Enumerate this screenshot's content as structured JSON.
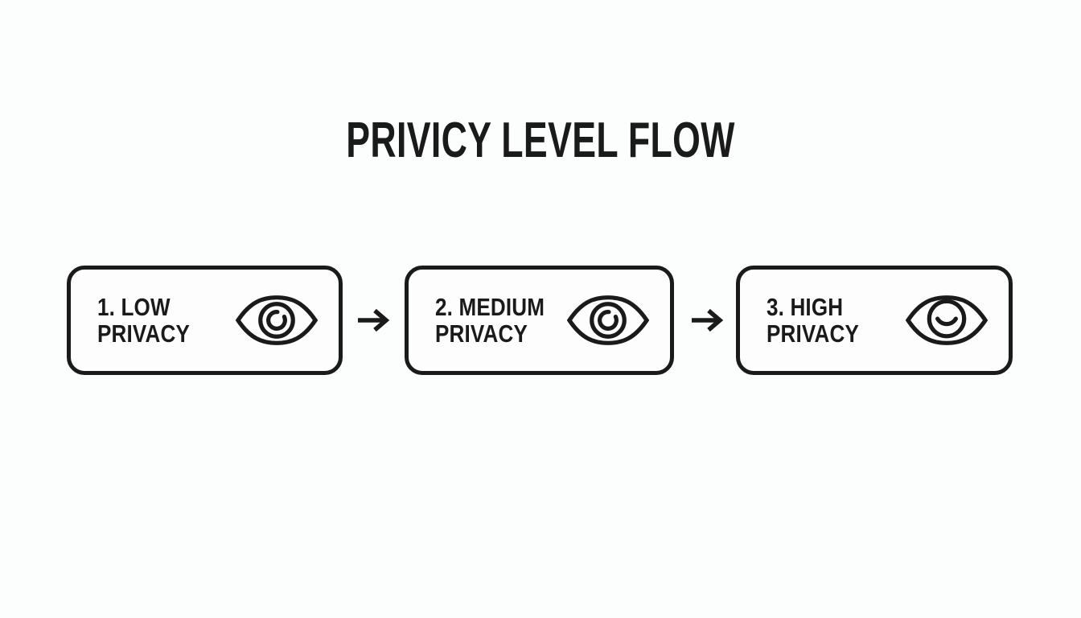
{
  "title": "PRIVICY LEVEL FLOW",
  "colors": {
    "ink": "#1a1a1a",
    "background": "#fcfdfd",
    "box_fill": "#fdfdfd"
  },
  "steps": [
    {
      "line1": "1. LOW",
      "line2": "PRIVACY",
      "icon": "eye-open-icon"
    },
    {
      "line1": "2. MEDIUM",
      "line2": "PRIVACY",
      "icon": "eye-open-icon"
    },
    {
      "line1": "3. HIGH",
      "line2": "PRIVACY",
      "icon": "eye-smile-icon"
    }
  ],
  "connectors": [
    {
      "symbol": "→"
    },
    {
      "symbol": "→"
    }
  ]
}
